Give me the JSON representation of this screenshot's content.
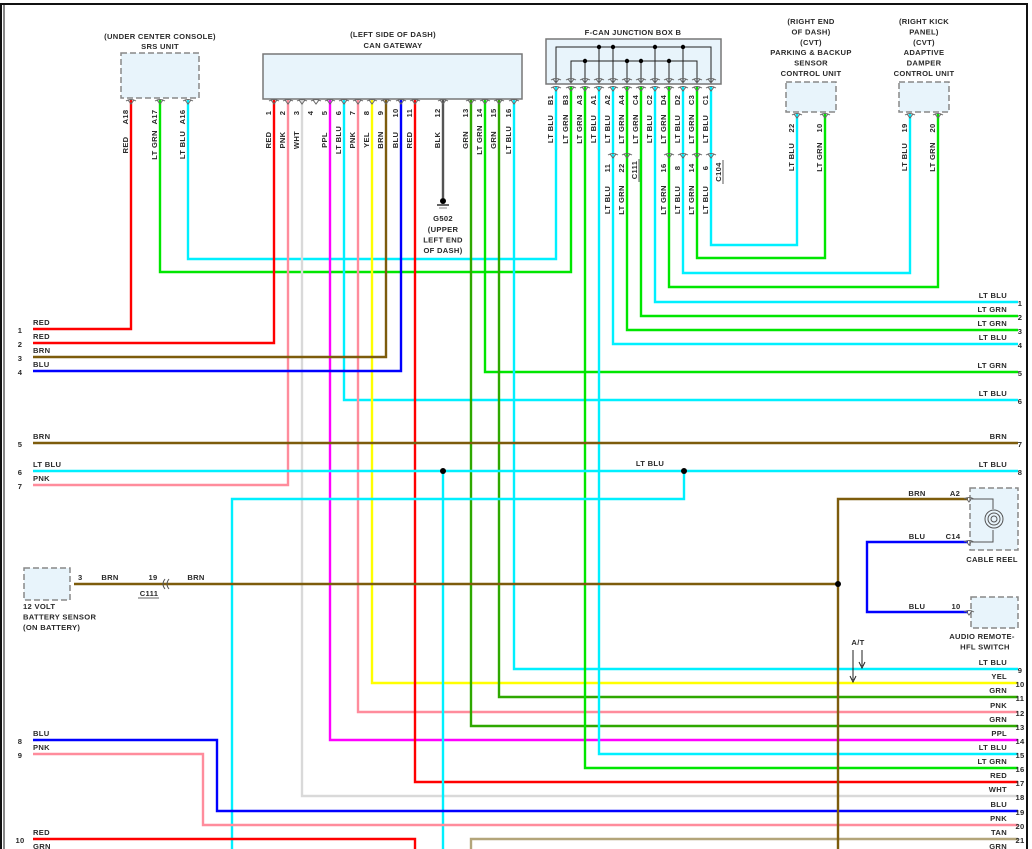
{
  "diagram": {
    "srs_unit": {
      "location": "(UNDER CENTER CONSOLE)",
      "name": "SRS UNIT",
      "pins": [
        {
          "pin": "A18",
          "wire": "RED"
        },
        {
          "pin": "A17",
          "wire": "LT GRN"
        },
        {
          "pin": "A16",
          "wire": "LT BLU"
        }
      ]
    },
    "can_gateway": {
      "location": "(LEFT SIDE OF DASH)",
      "name": "CAN GATEWAY",
      "pins": [
        {
          "pin": "1",
          "wire": "RED"
        },
        {
          "pin": "2",
          "wire": "PNK"
        },
        {
          "pin": "3",
          "wire": "WHT"
        },
        {
          "pin": "4",
          "wire": ""
        },
        {
          "pin": "5",
          "wire": "PPL"
        },
        {
          "pin": "6",
          "wire": "LT BLU"
        },
        {
          "pin": "7",
          "wire": "PNK"
        },
        {
          "pin": "8",
          "wire": "YEL"
        },
        {
          "pin": "9",
          "wire": "BRN"
        },
        {
          "pin": "10",
          "wire": "BLU"
        },
        {
          "pin": "11",
          "wire": "RED"
        },
        {
          "pin": "12",
          "wire": "BLK"
        },
        {
          "pin": "13",
          "wire": "GRN"
        },
        {
          "pin": "14",
          "wire": "LT GRN"
        },
        {
          "pin": "15",
          "wire": "GRN"
        },
        {
          "pin": "16",
          "wire": "LT BLU"
        }
      ]
    },
    "ground": {
      "id": "G502",
      "location_lines": [
        "(UPPER",
        "LEFT END",
        "OF DASH)"
      ]
    },
    "junction_box": {
      "name": "F-CAN JUNCTION BOX B",
      "pins": [
        {
          "pin": "B1",
          "wire": "LT BLU"
        },
        {
          "pin": "B3",
          "wire": "LT GRN"
        },
        {
          "pin": "A3",
          "wire": "LT GRN"
        },
        {
          "pin": "A1",
          "wire": "LT BLU"
        },
        {
          "pin": "A2",
          "wire": "LT BLU"
        },
        {
          "pin": "A4",
          "wire": "LT GRN"
        },
        {
          "pin": "C4",
          "wire": "LT GRN"
        },
        {
          "pin": "C2",
          "wire": "LT BLU"
        },
        {
          "pin": "D4",
          "wire": "LT GRN"
        },
        {
          "pin": "D2",
          "wire": "LT BLU"
        },
        {
          "pin": "C3",
          "wire": "LT GRN"
        },
        {
          "pin": "C1",
          "wire": "LT BLU"
        }
      ]
    },
    "connector_c111": {
      "id": "C111",
      "pins": [
        {
          "pin": "11",
          "wire": "LT BLU"
        },
        {
          "pin": "22",
          "wire": "LT GRN"
        }
      ]
    },
    "connector_c104": {
      "id": "C104",
      "pins": [
        {
          "pin": "16",
          "wire": "LT GRN"
        },
        {
          "pin": "8",
          "wire": "LT BLU"
        },
        {
          "pin": "14",
          "wire": "LT GRN"
        },
        {
          "pin": "6",
          "wire": "LT BLU"
        }
      ]
    },
    "parking_sensor_unit": {
      "title_lines": [
        "(RIGHT END",
        "OF DASH)",
        "(CVT)",
        "PARKING & BACKUP",
        "SENSOR",
        "CONTROL UNIT"
      ],
      "pins": [
        {
          "pin": "22",
          "wire": "LT BLU"
        },
        {
          "pin": "10",
          "wire": "LT GRN"
        }
      ]
    },
    "damper_unit": {
      "title_lines": [
        "(RIGHT KICK",
        "PANEL)",
        "(CVT)",
        "ADAPTIVE",
        "DAMPER",
        "CONTROL UNIT"
      ],
      "pins": [
        {
          "pin": "19",
          "wire": "LT BLU"
        },
        {
          "pin": "20",
          "wire": "LT GRN"
        }
      ]
    },
    "battery_sensor": {
      "title_lines": [
        "12 VOLT",
        "BATTERY SENSOR",
        "(ON BATTERY)"
      ],
      "pin": "3",
      "wire": "BRN",
      "connector": "C111",
      "connector_pin": "19",
      "wire_after": "BRN"
    },
    "cable_reel": {
      "name": "CABLE REEL",
      "pins": [
        {
          "pin": "A2",
          "wire": "BRN"
        },
        {
          "pin": "C14",
          "wire": "BLU"
        }
      ]
    },
    "audio_switch": {
      "name_lines": [
        "AUDIO REMOTE-",
        "HFL SWITCH"
      ],
      "pin": "10",
      "wire": "BLU"
    },
    "splice_label": "LT BLU",
    "at_label": "A/T",
    "left_terminals": [
      {
        "num": "1",
        "wire": "RED"
      },
      {
        "num": "2",
        "wire": "RED"
      },
      {
        "num": "3",
        "wire": "BRN"
      },
      {
        "num": "4",
        "wire": "BLU"
      },
      {
        "num": "5",
        "wire": "BRN"
      },
      {
        "num": "6",
        "wire": "LT BLU"
      },
      {
        "num": "7",
        "wire": "PNK"
      },
      {
        "num": "8",
        "wire": "BLU"
      },
      {
        "num": "9",
        "wire": "PNK"
      },
      {
        "num": "10",
        "wire": "RED"
      },
      {
        "wire": "GRN"
      }
    ],
    "right_terminals": [
      {
        "num": "1",
        "wire": "LT BLU"
      },
      {
        "num": "2",
        "wire": "LT GRN"
      },
      {
        "num": "3",
        "wire": "LT GRN"
      },
      {
        "num": "4",
        "wire": "LT BLU"
      },
      {
        "num": "5",
        "wire": "LT GRN"
      },
      {
        "num": "6",
        "wire": "LT BLU"
      },
      {
        "num": "7",
        "wire": "BRN"
      },
      {
        "num": "8",
        "wire": "LT BLU"
      },
      {
        "num": "9",
        "wire": "LT BLU"
      },
      {
        "num": "10",
        "wire": "YEL"
      },
      {
        "num": "11",
        "wire": "GRN"
      },
      {
        "num": "12",
        "wire": "PNK"
      },
      {
        "num": "13",
        "wire": "GRN"
      },
      {
        "num": "14",
        "wire": "PPL"
      },
      {
        "num": "15",
        "wire": "LT BLU"
      },
      {
        "num": "16",
        "wire": "LT GRN"
      },
      {
        "num": "17",
        "wire": "RED"
      },
      {
        "num": "18",
        "wire": "WHT"
      },
      {
        "num": "19",
        "wire": "BLU"
      },
      {
        "num": "20",
        "wire": "PNK"
      },
      {
        "num": "21",
        "wire": "TAN"
      },
      {
        "wire": "GRN"
      }
    ]
  },
  "wire_colors": {
    "RED": "#ff0000",
    "PNK": "#ff8c9c",
    "WHT": "#d9d9d9",
    "PPL": "#ff00ff",
    "LT BLU": "#00f0ff",
    "YEL": "#ffff00",
    "BRN": "#7d5c0c",
    "BLU": "#0000ff",
    "BLK": "#555555",
    "GRN": "#2ea800",
    "LT GRN": "#00e600",
    "TAN": "#b3a57a"
  },
  "component_fill": "#e8f4fb"
}
